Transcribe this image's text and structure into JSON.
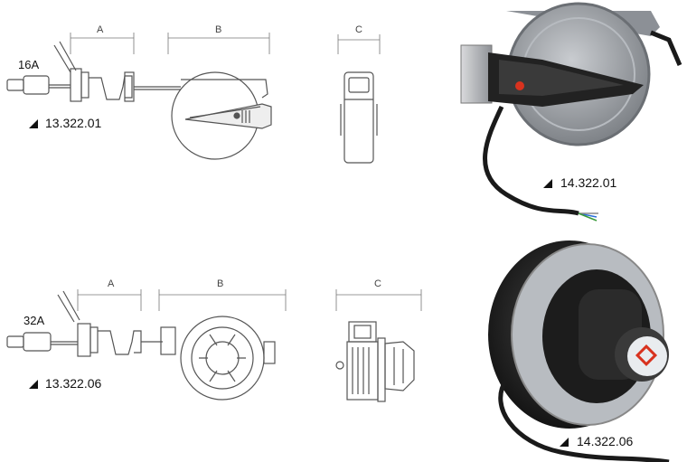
{
  "top_row": {
    "amperage": "16A",
    "dimensions": {
      "a": "A",
      "b": "B",
      "c": "C"
    },
    "drawing_code": "13.322.01",
    "photo_code": "14.322.01"
  },
  "bottom_row": {
    "amperage": "32A",
    "dimensions": {
      "a": "A",
      "b": "B",
      "c": "C"
    },
    "drawing_code": "13.322.06",
    "photo_code": "14.322.06"
  },
  "colors": {
    "line": "#555555",
    "reel_grey": "#9a9ea3",
    "reel_dark": "#2a2a2a",
    "accent_red": "#d8321e",
    "accent_blue": "#1e6fd8"
  },
  "icons": [
    "triangle-marker-icon"
  ]
}
